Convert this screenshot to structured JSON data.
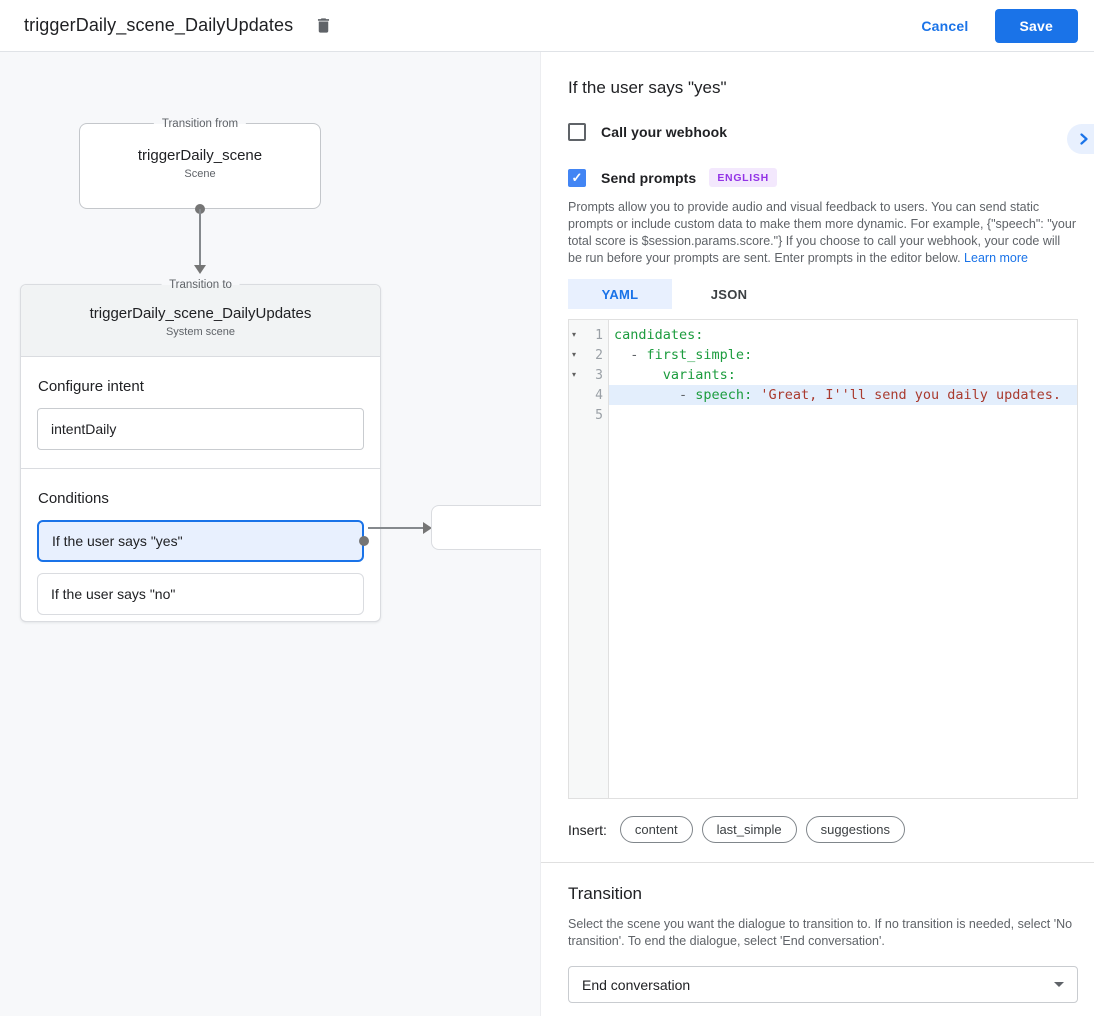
{
  "icons": {
    "fold": "▾",
    "check": "✓"
  },
  "colors": {
    "accent": "#1a73e8",
    "checkbox_checked": "#4285f4",
    "selected_condition_bg": "#e8f0fe",
    "badge_bg": "#f3e8fd",
    "badge_text": "#9334e6",
    "code_key": "#1c9c3e",
    "code_string": "#a93a2e",
    "code_line_highlight": "#e3eefc"
  },
  "header": {
    "title": "triggerDaily_scene_DailyUpdates",
    "cancel": "Cancel",
    "save": "Save"
  },
  "diagram": {
    "from": {
      "legend": "Transition from",
      "title": "triggerDaily_scene",
      "subtitle": "Scene"
    },
    "to": {
      "legend": "Transition to",
      "title": "triggerDaily_scene_DailyUpdates",
      "subtitle": "System scene",
      "intent_label": "Configure intent",
      "intent_value": "intentDaily",
      "conditions_label": "Conditions",
      "condition_yes": "If the user says \"yes\"",
      "condition_no": "If the user says \"no\""
    }
  },
  "panel": {
    "title": "If the user says \"yes\"",
    "webhook_label": "Call your webhook",
    "prompts_label": "Send prompts",
    "prompts_badge": "ENGLISH",
    "description": "Prompts allow you to provide audio and visual feedback to users. You can send static prompts or include custom data to make them more dynamic. For example, {\"speech\": \"your total score is $session.params.score.\"} If you choose to call your webhook, your code will be run before your prompts are sent. Enter prompts in the editor below. ",
    "learn_more": "Learn more",
    "tabs": {
      "yaml": "YAML",
      "json": "JSON"
    },
    "editor": {
      "lines": [
        {
          "num": "1",
          "tokens": [
            {
              "v": "candidates:"
            }
          ]
        },
        {
          "num": "2",
          "tokens": [
            {
              "v": "  "
            },
            {
              "v": "- "
            },
            {
              "v": "first_simple:"
            }
          ]
        },
        {
          "num": "3",
          "tokens": [
            {
              "v": "      "
            },
            {
              "v": "variants:"
            }
          ]
        },
        {
          "num": "4",
          "tokens": [
            {
              "v": "        "
            },
            {
              "v": "- "
            },
            {
              "v": "speech: "
            },
            {
              "v": "'Great, I''ll send you daily updates."
            }
          ]
        },
        {
          "num": "5",
          "tokens": []
        }
      ]
    },
    "insert_label": "Insert:",
    "chips": [
      "content",
      "last_simple",
      "suggestions"
    ],
    "transition": {
      "title": "Transition",
      "description": "Select the scene you want the dialogue to transition to. If no transition is needed, select 'No transition'. To end the dialogue, select 'End conversation'.",
      "value": "End conversation"
    }
  }
}
